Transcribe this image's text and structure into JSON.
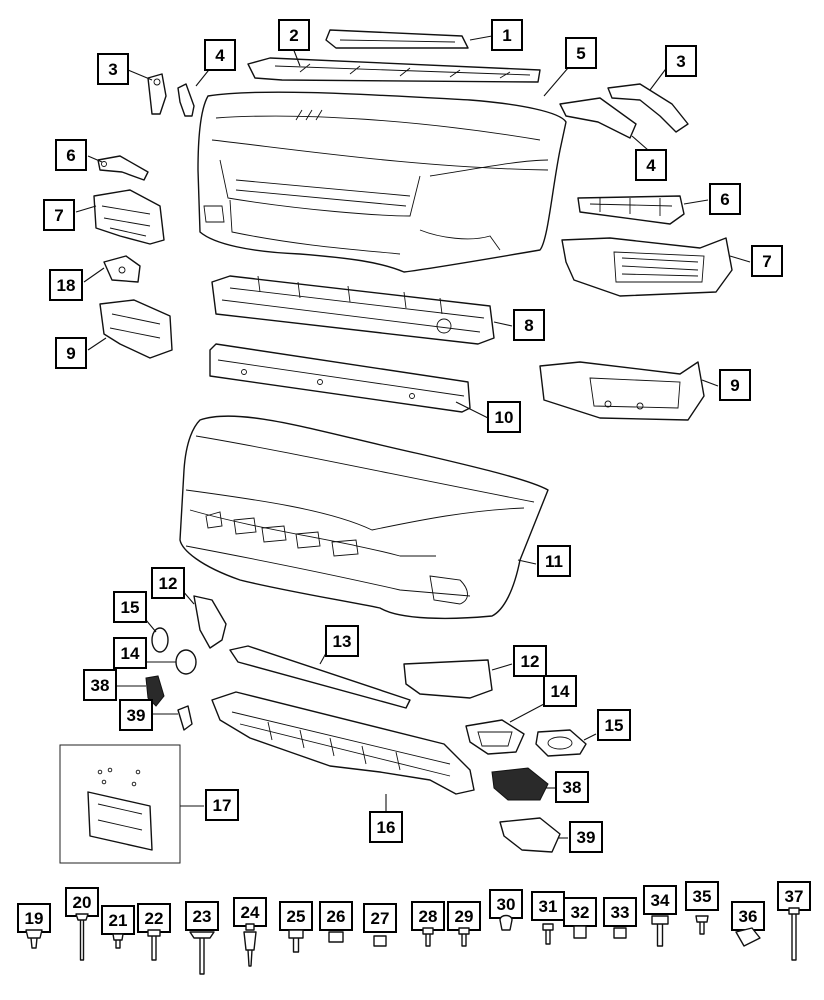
{
  "diagram": {
    "callouts": {
      "c1": "1",
      "c2": "2",
      "c3a": "3",
      "c3b": "3",
      "c4a": "4",
      "c4b": "4",
      "c5": "5",
      "c6a": "6",
      "c6b": "6",
      "c7a": "7",
      "c7b": "7",
      "c8": "8",
      "c9a": "9",
      "c9b": "9",
      "c10": "10",
      "c11": "11",
      "c12a": "12",
      "c12b": "12",
      "c13": "13",
      "c14a": "14",
      "c14b": "14",
      "c15a": "15",
      "c15b": "15",
      "c16": "16",
      "c17": "17",
      "c18": "18",
      "c38a": "38",
      "c38b": "38",
      "c39a": "39",
      "c39b": "39"
    },
    "fasteners": [
      "19",
      "20",
      "21",
      "22",
      "23",
      "24",
      "25",
      "26",
      "27",
      "28",
      "29",
      "30",
      "31",
      "32",
      "33",
      "34",
      "35",
      "36",
      "37"
    ]
  }
}
